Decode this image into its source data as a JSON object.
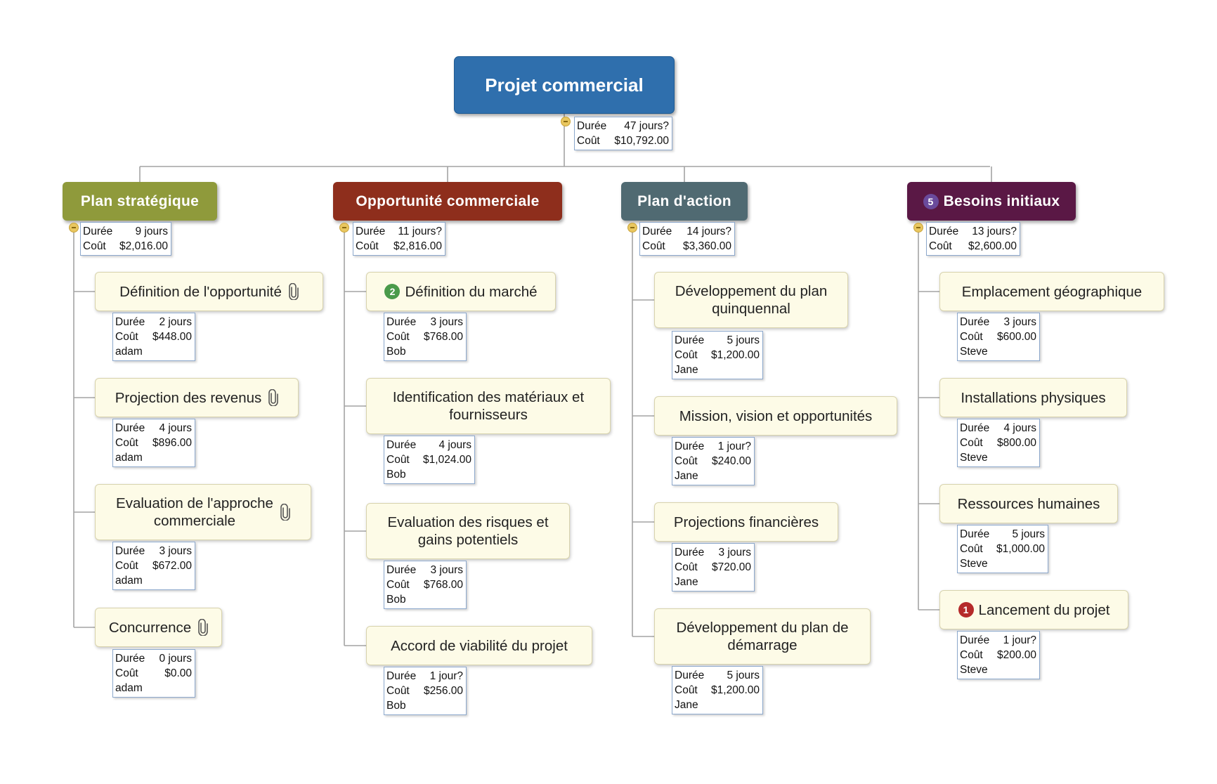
{
  "root": {
    "title": "Projet commercial",
    "color": "#2f6fad",
    "info": {
      "duree_label": "Durée",
      "duree": "47 jours?",
      "cout_label": "Coût",
      "cout": "$10,792.00"
    }
  },
  "branches": [
    {
      "title": "Plan stratégique",
      "color": "#8f9a3b",
      "info": {
        "duree_label": "Durée",
        "duree": "9 jours",
        "cout_label": "Coût",
        "cout": "$2,016.00"
      },
      "topics": [
        {
          "label": "Définition de l'opportunité",
          "icon": "attachment-icon",
          "duree_label": "Durée",
          "duree": "2 jours",
          "cout_label": "Coût",
          "cout": "$448.00",
          "resource": "adam"
        },
        {
          "label": "Projection des revenus",
          "icon": "attachment-icon",
          "duree_label": "Durée",
          "duree": "4 jours",
          "cout_label": "Coût",
          "cout": "$896.00",
          "resource": "adam"
        },
        {
          "label": "Evaluation de l'approche\ncommerciale",
          "icon": "attachment-icon",
          "duree_label": "Durée",
          "duree": "3 jours",
          "cout_label": "Coût",
          "cout": "$672.00",
          "resource": "adam"
        },
        {
          "label": "Concurrence",
          "icon": "attachment-icon",
          "duree_label": "Durée",
          "duree": "0 jours",
          "cout_label": "Coût",
          "cout": "$0.00",
          "resource": "adam"
        }
      ]
    },
    {
      "title": "Opportunité commerciale",
      "color": "#8e2e1c",
      "info": {
        "duree_label": "Durée",
        "duree": "11 jours?",
        "cout_label": "Coût",
        "cout": "$2,816.00"
      },
      "topics": [
        {
          "label": "Définition du marché",
          "priority": "2",
          "priority_color": "#4a9a4a",
          "duree_label": "Durée",
          "duree": "3 jours",
          "cout_label": "Coût",
          "cout": "$768.00",
          "resource": "Bob"
        },
        {
          "label": "Identification des matériaux et\nfournisseurs",
          "duree_label": "Durée",
          "duree": "4 jours",
          "cout_label": "Coût",
          "cout": "$1,024.00",
          "resource": "Bob"
        },
        {
          "label": "Evaluation des risques et\ngains potentiels",
          "duree_label": "Durée",
          "duree": "3 jours",
          "cout_label": "Coût",
          "cout": "$768.00",
          "resource": "Bob"
        },
        {
          "label": "Accord de viabilité du projet",
          "duree_label": "Durée",
          "duree": "1 jour?",
          "cout_label": "Coût",
          "cout": "$256.00",
          "resource": "Bob"
        }
      ]
    },
    {
      "title": "Plan d'action",
      "color": "#506a72",
      "info": {
        "duree_label": "Durée",
        "duree": "14 jours?",
        "cout_label": "Coût",
        "cout": "$3,360.00"
      },
      "topics": [
        {
          "label": "Développement du plan\nquinquennal",
          "duree_label": "Durée",
          "duree": "5 jours",
          "cout_label": "Coût",
          "cout": "$1,200.00",
          "resource": "Jane"
        },
        {
          "label": "Mission, vision et opportunités",
          "duree_label": "Durée",
          "duree": "1 jour?",
          "cout_label": "Coût",
          "cout": "$240.00",
          "resource": "Jane"
        },
        {
          "label": "Projections financières",
          "duree_label": "Durée",
          "duree": "3 jours",
          "cout_label": "Coût",
          "cout": "$720.00",
          "resource": "Jane"
        },
        {
          "label": "Développement du plan de\ndémarrage",
          "duree_label": "Durée",
          "duree": "5 jours",
          "cout_label": "Coût",
          "cout": "$1,200.00",
          "resource": "Jane"
        }
      ]
    },
    {
      "title": "Besoins initiaux",
      "color": "#5a1845",
      "priority": "5",
      "priority_color": "#6a4a9c",
      "info": {
        "duree_label": "Durée",
        "duree": "13 jours?",
        "cout_label": "Coût",
        "cout": "$2,600.00"
      },
      "topics": [
        {
          "label": "Emplacement géographique",
          "duree_label": "Durée",
          "duree": "3 jours",
          "cout_label": "Coût",
          "cout": "$600.00",
          "resource": "Steve"
        },
        {
          "label": "Installations physiques",
          "duree_label": "Durée",
          "duree": "4 jours",
          "cout_label": "Coût",
          "cout": "$800.00",
          "resource": "Steve"
        },
        {
          "label": "Ressources humaines",
          "duree_label": "Durée",
          "duree": "5 jours",
          "cout_label": "Coût",
          "cout": "$1,000.00",
          "resource": "Steve"
        },
        {
          "label": "Lancement du projet",
          "priority": "1",
          "priority_color": "#b52a2a",
          "duree_label": "Durée",
          "duree": "1 jour?",
          "cout_label": "Coût",
          "cout": "$200.00",
          "resource": "Steve"
        }
      ]
    }
  ]
}
